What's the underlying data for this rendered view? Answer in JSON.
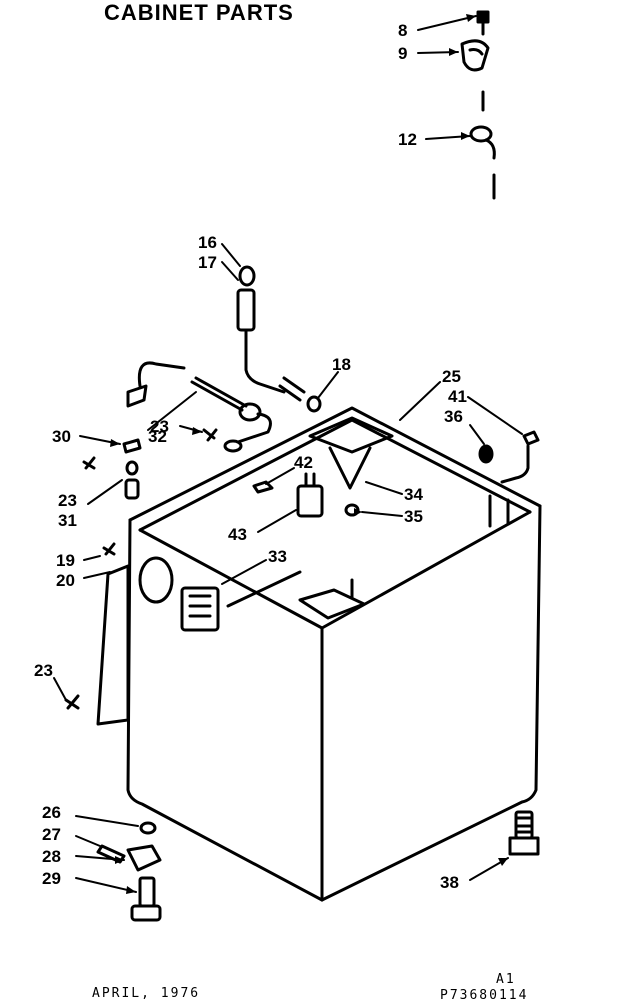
{
  "title": "CABINET PARTS",
  "callouts": [
    "8",
    "9",
    "12",
    "16",
    "17",
    "18",
    "25",
    "41",
    "36",
    "30",
    "32",
    "23",
    "23",
    "31",
    "42",
    "34",
    "35",
    "43",
    "19",
    "20",
    "33",
    "23",
    "26",
    "27",
    "28",
    "29",
    "38"
  ],
  "footer": {
    "date": "APRIL, 1976",
    "code_top": "A1",
    "code_bottom": "P73680114"
  },
  "colors": {
    "ink": "#000000",
    "paper": "#ffffff"
  }
}
